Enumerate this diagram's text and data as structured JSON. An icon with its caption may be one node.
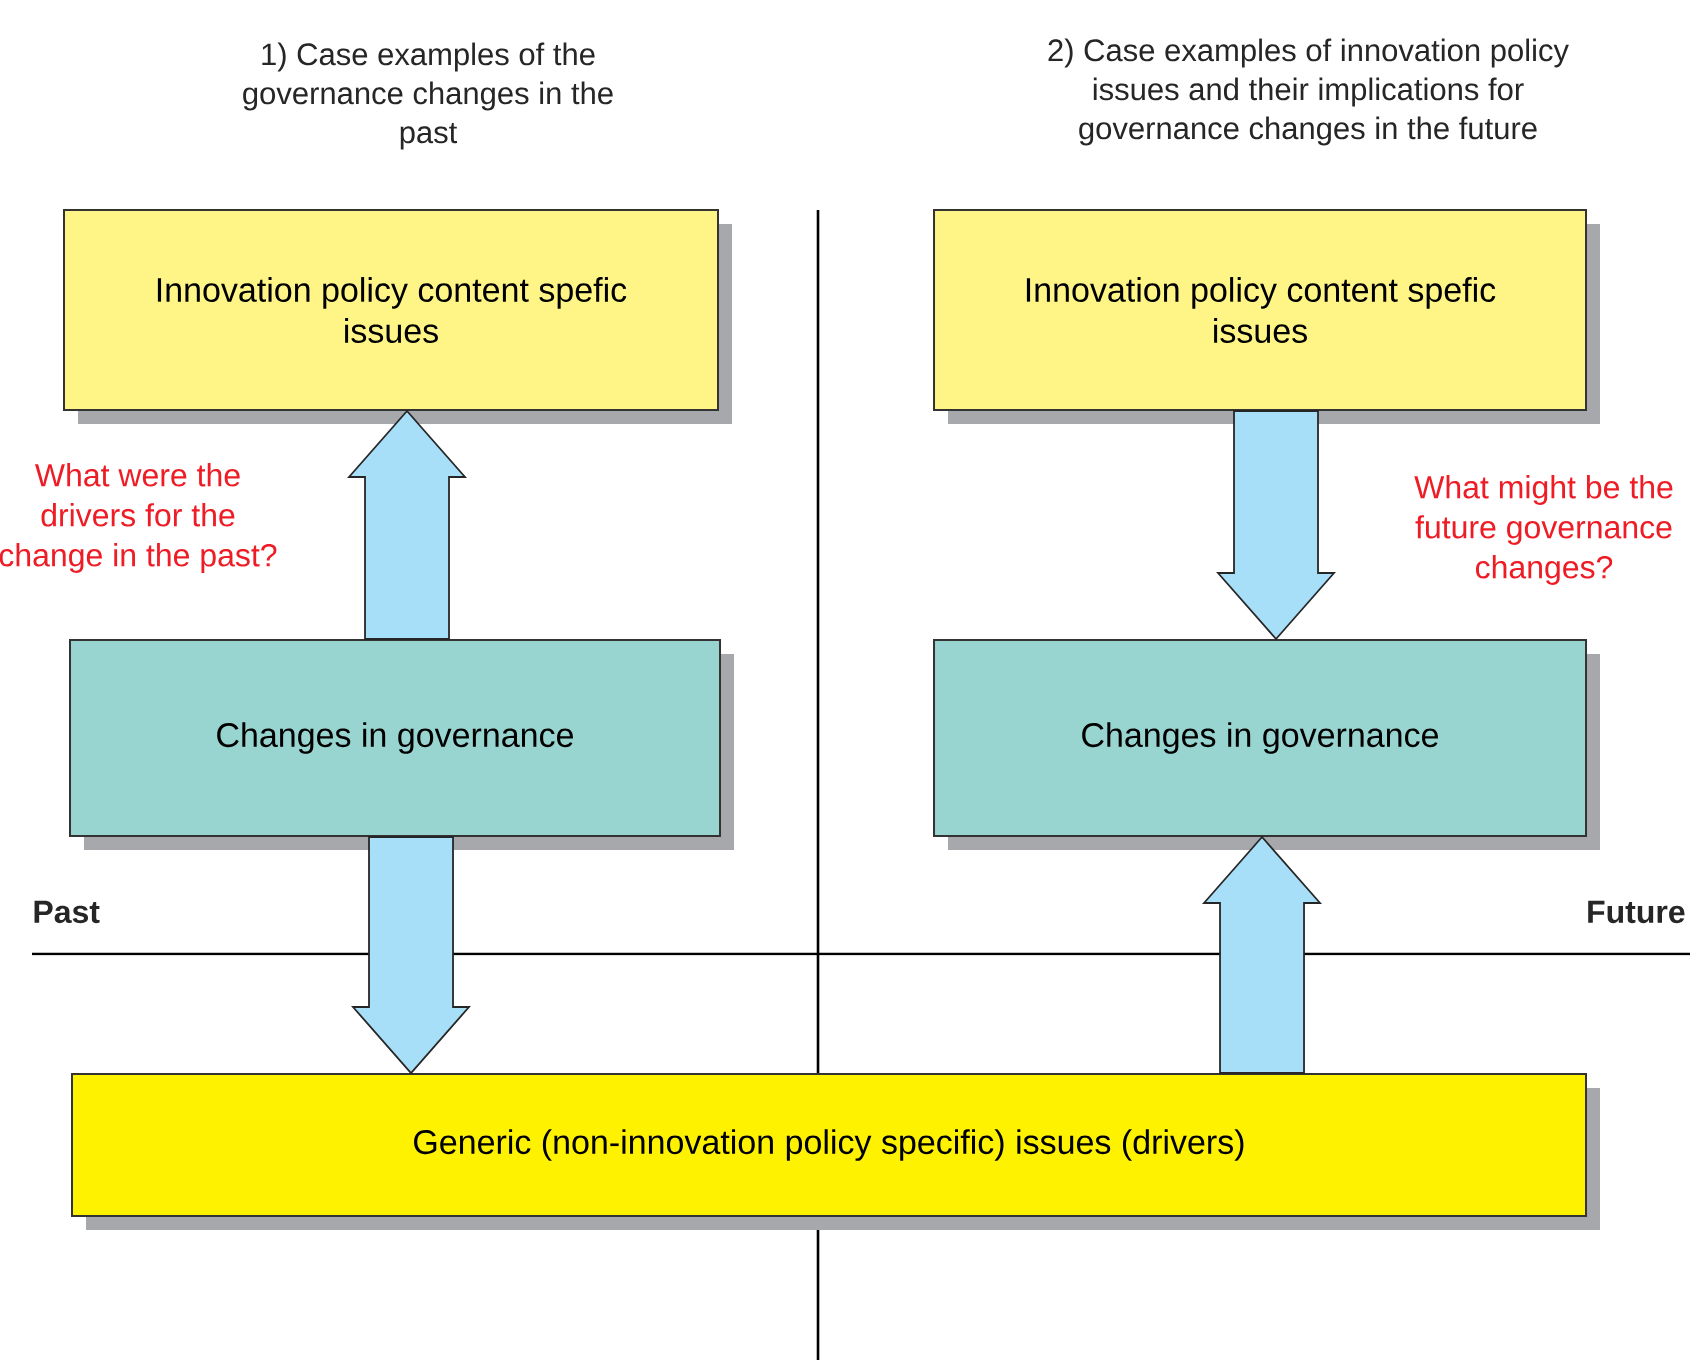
{
  "diagram": {
    "nodes": [
      {
        "text": [
          "Innovation policy content spefic issues"
        ]
      },
      {
        "text": [
          "Changes in governance"
        ]
      },
      {
        "text": [
          "Innovation policy content spefic issues"
        ]
      },
      {
        "text": [
          "Changes in governance"
        ]
      },
      {
        "text": [
          "Generic (non-innovation policy specific) issues (drivers)"
        ]
      }
    ],
    "edges": [
      {
        "from": 1,
        "to": 0,
        "arrow": "to"
      },
      {
        "from": 1,
        "to": 4,
        "arrow": "to"
      },
      {
        "from": 2,
        "to": 3,
        "arrow": "to"
      },
      {
        "from": 4,
        "to": 3,
        "arrow": "to"
      }
    ],
    "labels": [
      "1) Case examples of the governance changes in the past",
      "2) Case examples of innovation policy issues and their implications for governance changes in the future",
      "What were the drivers for the change in the past?",
      "What might be the future governance changes?",
      "Past",
      "Future"
    ]
  }
}
